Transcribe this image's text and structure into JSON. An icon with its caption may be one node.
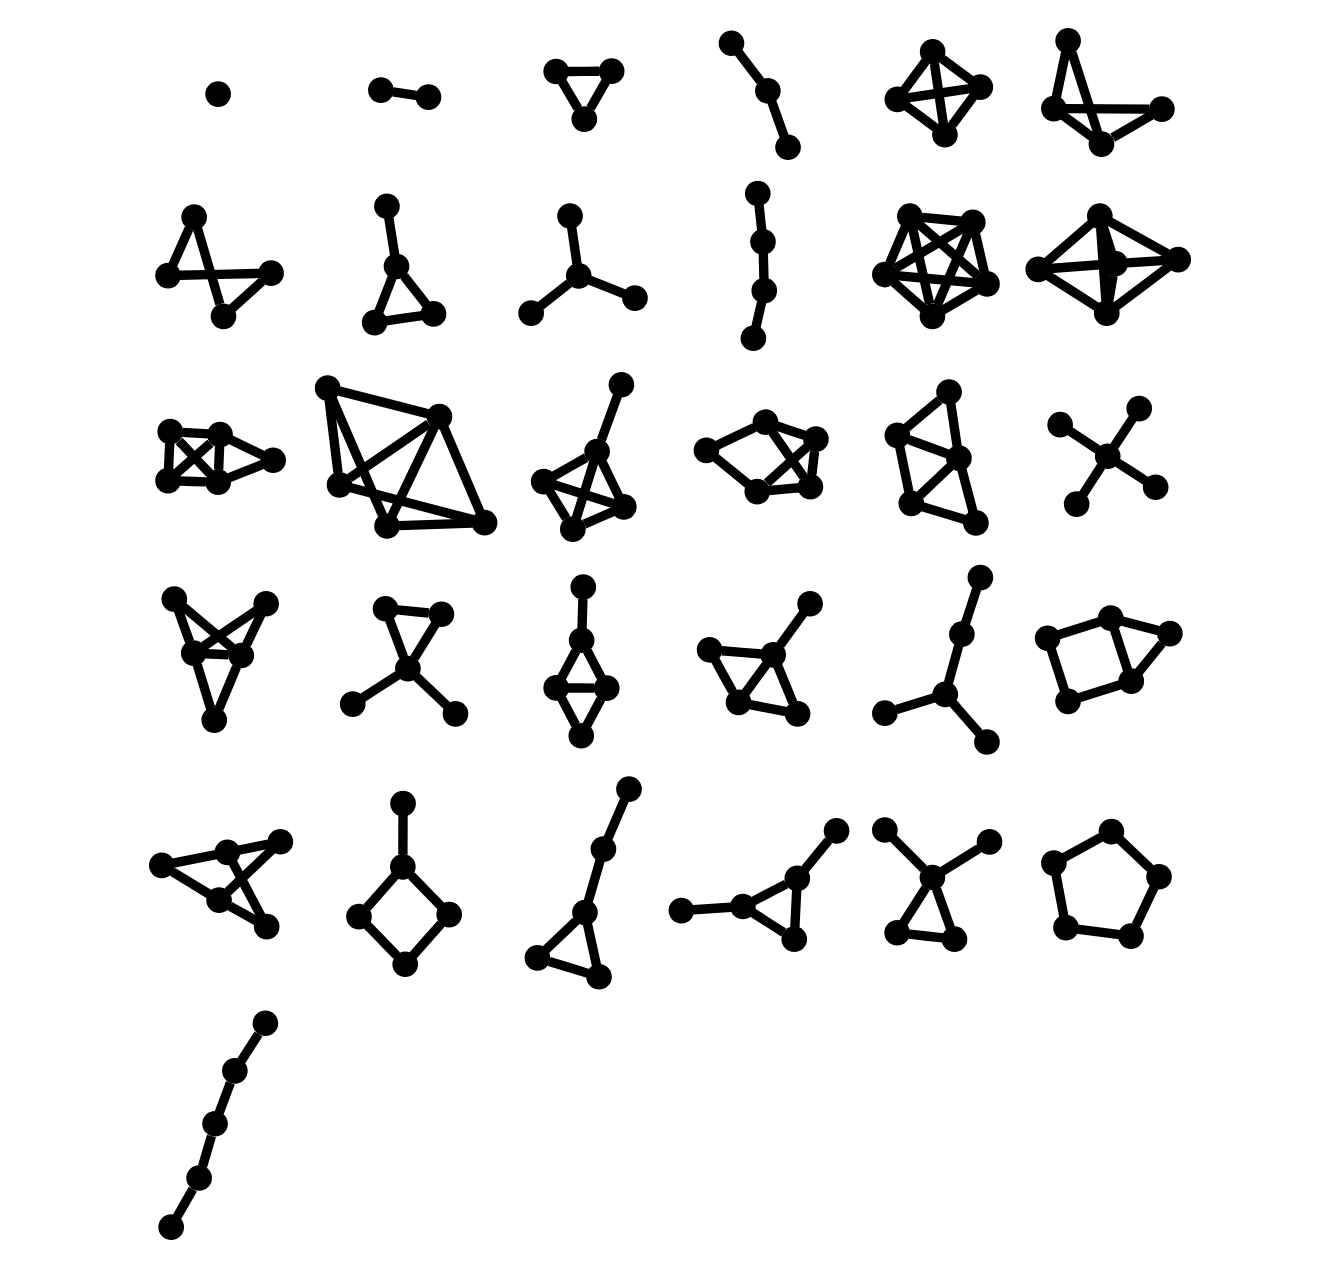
{
  "diagram": {
    "nodes": [
      {
        "text": [],
        "shape": "circle"
      },
      {
        "text": [],
        "shape": "circle"
      },
      {
        "text": [],
        "shape": "circle"
      },
      {
        "text": [],
        "shape": "circle"
      },
      {
        "text": [],
        "shape": "circle"
      },
      {
        "text": [],
        "shape": "circle"
      },
      {
        "text": [],
        "shape": "circle"
      },
      {
        "text": [],
        "shape": "circle"
      },
      {
        "text": [],
        "shape": "circle"
      },
      {
        "text": [],
        "shape": "circle"
      },
      {
        "text": [],
        "shape": "circle"
      },
      {
        "text": [],
        "shape": "circle"
      },
      {
        "text": [],
        "shape": "circle"
      },
      {
        "text": [],
        "shape": "circle"
      },
      {
        "text": [],
        "shape": "circle"
      },
      {
        "text": [],
        "shape": "circle"
      },
      {
        "text": [],
        "shape": "circle"
      },
      {
        "text": [],
        "shape": "circle"
      },
      {
        "text": [],
        "shape": "circle"
      },
      {
        "text": [],
        "shape": "circle"
      },
      {
        "text": [],
        "shape": "circle"
      },
      {
        "text": [],
        "shape": "circle"
      },
      {
        "text": [],
        "shape": "circle"
      },
      {
        "text": [],
        "shape": "circle"
      },
      {
        "text": [],
        "shape": "circle"
      },
      {
        "text": [],
        "shape": "circle"
      },
      {
        "text": [],
        "shape": "circle"
      },
      {
        "text": [],
        "shape": "circle"
      },
      {
        "text": [],
        "shape": "circle"
      },
      {
        "text": [],
        "shape": "circle"
      },
      {
        "text": [],
        "shape": "circle"
      },
      {
        "text": [],
        "shape": "circle"
      },
      {
        "text": [],
        "shape": "circle"
      },
      {
        "text": [],
        "shape": "circle"
      },
      {
        "text": [],
        "shape": "circle"
      },
      {
        "text": [],
        "shape": "circle"
      },
      {
        "text": [],
        "shape": "circle"
      },
      {
        "text": [],
        "shape": "circle"
      },
      {
        "text": [],
        "shape": "circle"
      },
      {
        "text": [],
        "shape": "circle"
      },
      {
        "text": [],
        "shape": "circle"
      },
      {
        "text": [],
        "shape": "circle"
      },
      {
        "text": [],
        "shape": "circle"
      },
      {
        "text": [],
        "shape": "circle"
      },
      {
        "text": [],
        "shape": "circle"
      },
      {
        "text": [],
        "shape": "circle"
      },
      {
        "text": [],
        "shape": "circle"
      },
      {
        "text": [],
        "shape": "circle"
      },
      {
        "text": [],
        "shape": "circle"
      },
      {
        "text": [],
        "shape": "circle"
      },
      {
        "text": [],
        "shape": "circle"
      },
      {
        "text": [],
        "shape": "circle"
      },
      {
        "text": [],
        "shape": "circle"
      },
      {
        "text": [],
        "shape": "circle"
      },
      {
        "text": [],
        "shape": "circle"
      },
      {
        "text": [],
        "shape": "circle"
      },
      {
        "text": [],
        "shape": "circle"
      },
      {
        "text": [],
        "shape": "circle"
      },
      {
        "text": [],
        "shape": "circle"
      },
      {
        "text": [],
        "shape": "circle"
      },
      {
        "text": [],
        "shape": "circle"
      },
      {
        "text": [],
        "shape": "circle"
      },
      {
        "text": [],
        "shape": "circle"
      },
      {
        "text": [],
        "shape": "circle"
      },
      {
        "text": [],
        "shape": "circle"
      },
      {
        "text": [],
        "shape": "circle"
      },
      {
        "text": [],
        "shape": "circle"
      },
      {
        "text": [],
        "shape": "circle"
      },
      {
        "text": [],
        "shape": "circle"
      },
      {
        "text": [],
        "shape": "circle"
      },
      {
        "text": [],
        "shape": "circle"
      },
      {
        "text": [],
        "shape": "circle"
      },
      {
        "text": [],
        "shape": "circle"
      },
      {
        "text": [],
        "shape": "circle"
      },
      {
        "text": [],
        "shape": "circle"
      },
      {
        "text": [],
        "shape": "circle"
      },
      {
        "text": [],
        "shape": "circle"
      },
      {
        "text": [],
        "shape": "circle"
      },
      {
        "text": [],
        "shape": "circle"
      },
      {
        "text": [],
        "shape": "circle"
      },
      {
        "text": [],
        "shape": "circle"
      },
      {
        "text": [],
        "shape": "circle"
      },
      {
        "text": [],
        "shape": "circle"
      },
      {
        "text": [],
        "shape": "circle"
      },
      {
        "text": [],
        "shape": "circle"
      },
      {
        "text": [],
        "shape": "circle"
      },
      {
        "text": [],
        "shape": "circle"
      },
      {
        "text": [],
        "shape": "circle"
      },
      {
        "text": [],
        "shape": "circle"
      },
      {
        "text": [],
        "shape": "circle"
      },
      {
        "text": [],
        "shape": "circle"
      },
      {
        "text": [],
        "shape": "circle"
      },
      {
        "text": [],
        "shape": "circle"
      },
      {
        "text": [],
        "shape": "circle"
      },
      {
        "text": [],
        "shape": "circle"
      },
      {
        "text": [],
        "shape": "circle"
      },
      {
        "text": [],
        "shape": "circle"
      },
      {
        "text": [],
        "shape": "circle"
      },
      {
        "text": [],
        "shape": "circle"
      },
      {
        "text": [],
        "shape": "circle"
      },
      {
        "text": [],
        "shape": "circle"
      },
      {
        "text": [],
        "shape": "circle"
      },
      {
        "text": [],
        "shape": "circle"
      },
      {
        "text": [],
        "shape": "circle"
      },
      {
        "text": [],
        "shape": "circle"
      },
      {
        "text": [],
        "shape": "circle"
      },
      {
        "text": [],
        "shape": "circle"
      },
      {
        "text": [],
        "shape": "circle"
      },
      {
        "text": [],
        "shape": "circle"
      },
      {
        "text": [],
        "shape": "circle"
      },
      {
        "text": [],
        "shape": "circle"
      },
      {
        "text": [],
        "shape": "circle"
      },
      {
        "text": [],
        "shape": "circle"
      },
      {
        "text": [],
        "shape": "circle"
      },
      {
        "text": [],
        "shape": "circle"
      },
      {
        "text": [],
        "shape": "circle"
      },
      {
        "text": [],
        "shape": "circle"
      },
      {
        "text": [],
        "shape": "circle"
      },
      {
        "text": [],
        "shape": "circle"
      },
      {
        "text": [],
        "shape": "circle"
      },
      {
        "text": [],
        "shape": "circle"
      },
      {
        "text": [],
        "shape": "circle"
      },
      {
        "text": [],
        "shape": "circle"
      },
      {
        "text": [],
        "shape": "circle"
      },
      {
        "text": [],
        "shape": "circle"
      },
      {
        "text": [],
        "shape": "circle"
      },
      {
        "text": [],
        "shape": "circle"
      },
      {
        "text": [],
        "shape": "circle"
      },
      {
        "text": [],
        "shape": "circle"
      },
      {
        "text": [],
        "shape": "circle"
      },
      {
        "text": [],
        "shape": "circle"
      },
      {
        "text": [],
        "shape": "circle"
      },
      {
        "text": [],
        "shape": "circle"
      },
      {
        "text": [],
        "shape": "circle"
      },
      {
        "text": [],
        "shape": "circle"
      },
      {
        "text": [],
        "shape": "circle"
      },
      {
        "text": [],
        "shape": "circle"
      },
      {
        "text": [],
        "shape": "circle"
      }
    ],
    "edges": [
      {
        "from": 1,
        "to": 2,
        "arrow": "none"
      },
      {
        "from": 3,
        "to": 4,
        "arrow": "none"
      },
      {
        "from": 4,
        "to": 5,
        "arrow": "none"
      },
      {
        "from": 3,
        "to": 5,
        "arrow": "none"
      },
      {
        "from": 6,
        "to": 7,
        "arrow": "none"
      },
      {
        "from": 7,
        "to": 8,
        "arrow": "none"
      },
      {
        "from": 9,
        "to": 10,
        "arrow": "none"
      },
      {
        "from": 9,
        "to": 11,
        "arrow": "none"
      },
      {
        "from": 9,
        "to": 12,
        "arrow": "none"
      },
      {
        "from": 10,
        "to": 11,
        "arrow": "none"
      },
      {
        "from": 10,
        "to": 12,
        "arrow": "none"
      },
      {
        "from": 11,
        "to": 12,
        "arrow": "none"
      },
      {
        "from": 13,
        "to": 14,
        "arrow": "none"
      },
      {
        "from": 14,
        "to": 15,
        "arrow": "none"
      },
      {
        "from": 15,
        "to": 16,
        "arrow": "none"
      },
      {
        "from": 16,
        "to": 13,
        "arrow": "none"
      },
      {
        "from": 13,
        "to": 15,
        "arrow": "none"
      },
      {
        "from": 17,
        "to": 18,
        "arrow": "none"
      },
      {
        "from": 18,
        "to": 19,
        "arrow": "none"
      },
      {
        "from": 19,
        "to": 20,
        "arrow": "none"
      },
      {
        "from": 20,
        "to": 17,
        "arrow": "none"
      },
      {
        "from": 21,
        "to": 22,
        "arrow": "none"
      },
      {
        "from": 21,
        "to": 23,
        "arrow": "none"
      },
      {
        "from": 22,
        "to": 23,
        "arrow": "none"
      },
      {
        "from": 23,
        "to": 24,
        "arrow": "none"
      },
      {
        "from": 25,
        "to": 27,
        "arrow": "none"
      },
      {
        "from": 26,
        "to": 27,
        "arrow": "none"
      },
      {
        "from": 27,
        "to": 28,
        "arrow": "none"
      },
      {
        "from": 29,
        "to": 30,
        "arrow": "none"
      },
      {
        "from": 30,
        "to": 31,
        "arrow": "none"
      },
      {
        "from": 31,
        "to": 32,
        "arrow": "none"
      },
      {
        "from": 33,
        "to": 34,
        "arrow": "none"
      },
      {
        "from": 33,
        "to": 35,
        "arrow": "none"
      },
      {
        "from": 33,
        "to": 36,
        "arrow": "none"
      },
      {
        "from": 33,
        "to": 37,
        "arrow": "none"
      },
      {
        "from": 34,
        "to": 35,
        "arrow": "none"
      },
      {
        "from": 34,
        "to": 36,
        "arrow": "none"
      },
      {
        "from": 34,
        "to": 37,
        "arrow": "none"
      },
      {
        "from": 35,
        "to": 36,
        "arrow": "none"
      },
      {
        "from": 35,
        "to": 37,
        "arrow": "none"
      },
      {
        "from": 36,
        "to": 37,
        "arrow": "none"
      },
      {
        "from": 38,
        "to": 40,
        "arrow": "none"
      },
      {
        "from": 38,
        "to": 41,
        "arrow": "none"
      },
      {
        "from": 38,
        "to": 42,
        "arrow": "none"
      },
      {
        "from": 39,
        "to": 40,
        "arrow": "none"
      },
      {
        "from": 39,
        "to": 41,
        "arrow": "none"
      },
      {
        "from": 39,
        "to": 42,
        "arrow": "none"
      },
      {
        "from": 40,
        "to": 41,
        "arrow": "none"
      },
      {
        "from": 40,
        "to": 42,
        "arrow": "none"
      },
      {
        "from": 41,
        "to": 42,
        "arrow": "none"
      },
      {
        "from": 43,
        "to": 44,
        "arrow": "none"
      },
      {
        "from": 43,
        "to": 45,
        "arrow": "none"
      },
      {
        "from": 43,
        "to": 46,
        "arrow": "none"
      },
      {
        "from": 44,
        "to": 45,
        "arrow": "none"
      },
      {
        "from": 44,
        "to": 46,
        "arrow": "none"
      },
      {
        "from": 45,
        "to": 46,
        "arrow": "none"
      },
      {
        "from": 44,
        "to": 47,
        "arrow": "none"
      },
      {
        "from": 45,
        "to": 47,
        "arrow": "none"
      },
      {
        "from": 48,
        "to": 49,
        "arrow": "none"
      },
      {
        "from": 49,
        "to": 50,
        "arrow": "none"
      },
      {
        "from": 50,
        "to": 51,
        "arrow": "none"
      },
      {
        "from": 51,
        "to": 48,
        "arrow": "none"
      },
      {
        "from": 52,
        "to": 48,
        "arrow": "none"
      },
      {
        "from": 52,
        "to": 49,
        "arrow": "none"
      },
      {
        "from": 52,
        "to": 50,
        "arrow": "none"
      },
      {
        "from": 52,
        "to": 51,
        "arrow": "none"
      },
      {
        "from": 53,
        "to": 54,
        "arrow": "none"
      },
      {
        "from": 53,
        "to": 55,
        "arrow": "none"
      },
      {
        "from": 53,
        "to": 56,
        "arrow": "none"
      },
      {
        "from": 54,
        "to": 55,
        "arrow": "none"
      },
      {
        "from": 54,
        "to": 56,
        "arrow": "none"
      },
      {
        "from": 55,
        "to": 56,
        "arrow": "none"
      },
      {
        "from": 56,
        "to": 57,
        "arrow": "none"
      },
      {
        "from": 58,
        "to": 59,
        "arrow": "none"
      },
      {
        "from": 59,
        "to": 60,
        "arrow": "none"
      },
      {
        "from": 60,
        "to": 61,
        "arrow": "none"
      },
      {
        "from": 61,
        "to": 58,
        "arrow": "none"
      },
      {
        "from": 58,
        "to": 62,
        "arrow": "none"
      },
      {
        "from": 62,
        "to": 60,
        "arrow": "none"
      },
      {
        "from": 59,
        "to": 62,
        "arrow": "none"
      },
      {
        "from": 63,
        "to": 64,
        "arrow": "none"
      },
      {
        "from": 63,
        "to": 65,
        "arrow": "none"
      },
      {
        "from": 63,
        "to": 66,
        "arrow": "none"
      },
      {
        "from": 63,
        "to": 67,
        "arrow": "none"
      },
      {
        "from": 64,
        "to": 65,
        "arrow": "none"
      },
      {
        "from": 65,
        "to": 66,
        "arrow": "none"
      },
      {
        "from": 66,
        "to": 67,
        "arrow": "none"
      },
      {
        "from": 68,
        "to": 69,
        "arrow": "none"
      },
      {
        "from": 68,
        "to": 70,
        "arrow": "none"
      },
      {
        "from": 68,
        "to": 71,
        "arrow": "none"
      },
      {
        "from": 68,
        "to": 72,
        "arrow": "none"
      },
      {
        "from": 73,
        "to": 74,
        "arrow": "none"
      },
      {
        "from": 73,
        "to": 75,
        "arrow": "none"
      },
      {
        "from": 74,
        "to": 75,
        "arrow": "none"
      },
      {
        "from": 73,
        "to": 76,
        "arrow": "none"
      },
      {
        "from": 74,
        "to": 76,
        "arrow": "none"
      },
      {
        "from": 73,
        "to": 77,
        "arrow": "none"
      },
      {
        "from": 74,
        "to": 77,
        "arrow": "none"
      },
      {
        "from": 78,
        "to": 80,
        "arrow": "none"
      },
      {
        "from": 79,
        "to": 80,
        "arrow": "none"
      },
      {
        "from": 80,
        "to": 81,
        "arrow": "none"
      },
      {
        "from": 80,
        "to": 82,
        "arrow": "none"
      },
      {
        "from": 81,
        "to": 82,
        "arrow": "none"
      },
      {
        "from": 83,
        "to": 84,
        "arrow": "none"
      },
      {
        "from": 84,
        "to": 85,
        "arrow": "none"
      },
      {
        "from": 83,
        "to": 86,
        "arrow": "none"
      },
      {
        "from": 85,
        "to": 86,
        "arrow": "none"
      },
      {
        "from": 83,
        "to": 85,
        "arrow": "none"
      },
      {
        "from": 86,
        "to": 87,
        "arrow": "none"
      },
      {
        "from": 88,
        "to": 89,
        "arrow": "none"
      },
      {
        "from": 89,
        "to": 90,
        "arrow": "none"
      },
      {
        "from": 88,
        "to": 91,
        "arrow": "none"
      },
      {
        "from": 90,
        "to": 91,
        "arrow": "none"
      },
      {
        "from": 89,
        "to": 91,
        "arrow": "none"
      },
      {
        "from": 91,
        "to": 92,
        "arrow": "none"
      },
      {
        "from": 93,
        "to": 95,
        "arrow": "none"
      },
      {
        "from": 94,
        "to": 95,
        "arrow": "none"
      },
      {
        "from": 95,
        "to": 96,
        "arrow": "none"
      },
      {
        "from": 96,
        "to": 97,
        "arrow": "none"
      },
      {
        "from": 98,
        "to": 99,
        "arrow": "none"
      },
      {
        "from": 99,
        "to": 100,
        "arrow": "none"
      },
      {
        "from": 100,
        "to": 101,
        "arrow": "none"
      },
      {
        "from": 101,
        "to": 98,
        "arrow": "none"
      },
      {
        "from": 99,
        "to": 102,
        "arrow": "none"
      },
      {
        "from": 100,
        "to": 102,
        "arrow": "none"
      },
      {
        "from": 103,
        "to": 104,
        "arrow": "none"
      },
      {
        "from": 104,
        "to": 105,
        "arrow": "none"
      },
      {
        "from": 105,
        "to": 106,
        "arrow": "none"
      },
      {
        "from": 106,
        "to": 103,
        "arrow": "none"
      },
      {
        "from": 103,
        "to": 107,
        "arrow": "none"
      },
      {
        "from": 107,
        "to": 105,
        "arrow": "none"
      },
      {
        "from": 108,
        "to": 109,
        "arrow": "none"
      },
      {
        "from": 109,
        "to": 110,
        "arrow": "none"
      },
      {
        "from": 110,
        "to": 111,
        "arrow": "none"
      },
      {
        "from": 111,
        "to": 108,
        "arrow": "none"
      },
      {
        "from": 111,
        "to": 112,
        "arrow": "none"
      },
      {
        "from": 113,
        "to": 114,
        "arrow": "none"
      },
      {
        "from": 113,
        "to": 115,
        "arrow": "none"
      },
      {
        "from": 114,
        "to": 115,
        "arrow": "none"
      },
      {
        "from": 115,
        "to": 116,
        "arrow": "none"
      },
      {
        "from": 116,
        "to": 117,
        "arrow": "none"
      },
      {
        "from": 118,
        "to": 119,
        "arrow": "none"
      },
      {
        "from": 119,
        "to": 121,
        "arrow": "none"
      },
      {
        "from": 121,
        "to": 122,
        "arrow": "none"
      },
      {
        "from": 119,
        "to": 120,
        "arrow": "none"
      },
      {
        "from": 120,
        "to": 121,
        "arrow": "none"
      },
      {
        "from": 123,
        "to": 124,
        "arrow": "none"
      },
      {
        "from": 123,
        "to": 125,
        "arrow": "none"
      },
      {
        "from": 124,
        "to": 125,
        "arrow": "none"
      },
      {
        "from": 126,
        "to": 125,
        "arrow": "none"
      },
      {
        "from": 125,
        "to": 127,
        "arrow": "none"
      },
      {
        "from": 128,
        "to": 129,
        "arrow": "none"
      },
      {
        "from": 129,
        "to": 130,
        "arrow": "none"
      },
      {
        "from": 130,
        "to": 131,
        "arrow": "none"
      },
      {
        "from": 131,
        "to": 132,
        "arrow": "none"
      },
      {
        "from": 132,
        "to": 128,
        "arrow": "none"
      },
      {
        "from": 133,
        "to": 134,
        "arrow": "none"
      },
      {
        "from": 134,
        "to": 135,
        "arrow": "none"
      },
      {
        "from": 135,
        "to": 136,
        "arrow": "none"
      },
      {
        "from": 136,
        "to": 137,
        "arrow": "none"
      }
    ]
  }
}
